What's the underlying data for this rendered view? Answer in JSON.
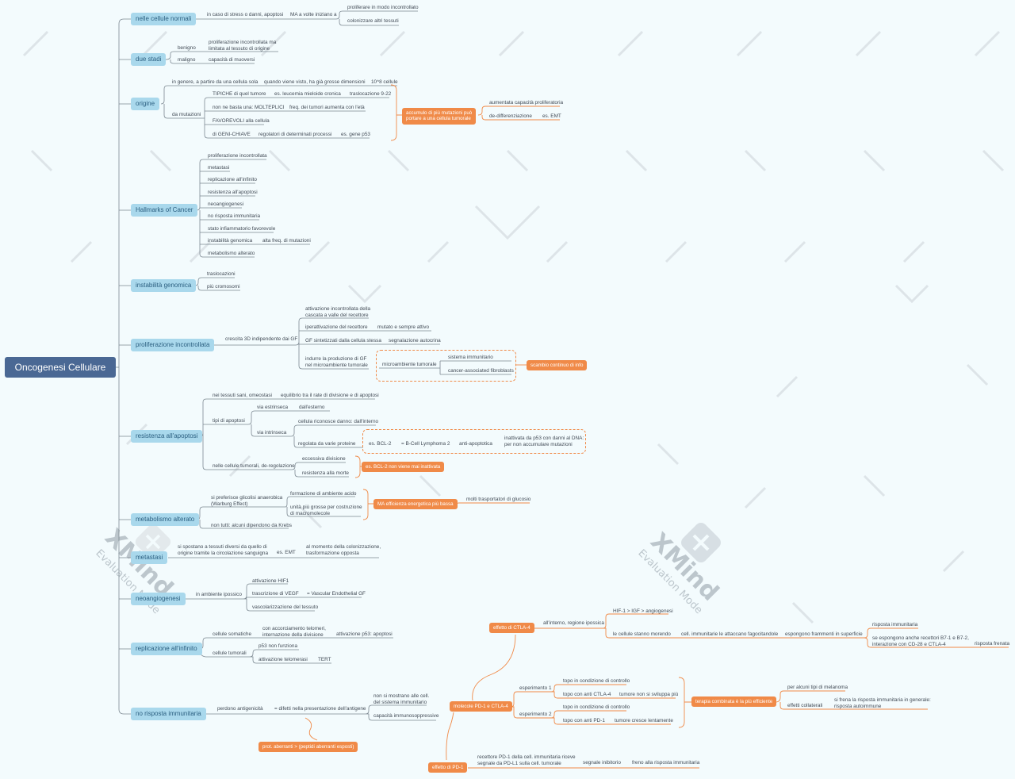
{
  "colors": {
    "background": "#f3fbfd",
    "root": "#4a6894",
    "topic": "#a9d8ec",
    "topic_text": "#2b5f80",
    "accent": "#f08a48",
    "line": "#7c8891"
  },
  "root": {
    "label": "Oncogenesi Cellulare"
  },
  "watermark": {
    "brand": "XMind",
    "sub": "Evaluation Mode",
    "icon": "xmind-logo-icon"
  },
  "topics": [
    {
      "id": "t1",
      "label": "nelle cellule normali"
    },
    {
      "id": "t2",
      "label": "due stadi"
    },
    {
      "id": "t3",
      "label": "origine"
    },
    {
      "id": "t4",
      "label": "Hallmarks of Cancer"
    },
    {
      "id": "t5",
      "label": "instabilità genomica"
    },
    {
      "id": "t6",
      "label": "proliferazione incontrollata"
    },
    {
      "id": "t7",
      "label": "resistenza all'apoptosi"
    },
    {
      "id": "t8",
      "label": "metabolismo alterato"
    },
    {
      "id": "t9",
      "label": "metastasi"
    },
    {
      "id": "t10",
      "label": "neoangiogenesi"
    },
    {
      "id": "t11",
      "label": "replicazione all'infinito"
    },
    {
      "id": "t12",
      "label": "no risposta immunitaria"
    }
  ],
  "callouts": [
    {
      "id": "c1",
      "label": "accumulo di più mutazioni può\nportare a una cellula tumorale"
    },
    {
      "id": "c2",
      "label": "scambio continuo di info"
    },
    {
      "id": "c3",
      "label": "es. BCL-2 non viene mai inattivata"
    },
    {
      "id": "c4",
      "label": "MA efficienza energetica più bassa"
    },
    {
      "id": "c5",
      "label": "prot. aberranti > (peptidi aberranti esposti)"
    },
    {
      "id": "c6",
      "label": "molecole PD-1 e CTLA-4"
    },
    {
      "id": "c7",
      "label": "effetto di CTLA-4"
    },
    {
      "id": "c8",
      "label": "effetto di PD-1"
    },
    {
      "id": "c9",
      "label": "terapia combinata è la più efficiente"
    }
  ],
  "nodes": [
    {
      "id": "n1",
      "label": "in caso di stress o danni, apoptosi"
    },
    {
      "id": "n2",
      "label": "MA a volte iniziano a"
    },
    {
      "id": "n3",
      "label": "proliferare in modo incontrollato"
    },
    {
      "id": "n4",
      "label": "colonizzare altri tessuti"
    },
    {
      "id": "n5",
      "label": "benigno"
    },
    {
      "id": "n6",
      "label": "proliferazione incontrollata ma\nlimitata al tessuto di origine"
    },
    {
      "id": "n7",
      "label": "maligno"
    },
    {
      "id": "n8",
      "label": "capacità di muoversi"
    },
    {
      "id": "n9",
      "label": "in genere, a partire da una cellula sola"
    },
    {
      "id": "n10",
      "label": "quando viene visto, ha già grosse dimensioni"
    },
    {
      "id": "n11",
      "label": "10^8 cellule"
    },
    {
      "id": "n12",
      "label": "da mutazioni"
    },
    {
      "id": "n13",
      "label": "TIPICHE di quel tumore"
    },
    {
      "id": "n14",
      "label": "es. leucemia mieloide cronica"
    },
    {
      "id": "n15",
      "label": "traslocazione 9-22"
    },
    {
      "id": "n16",
      "label": "non ne basta una: MOLTEPLICI"
    },
    {
      "id": "n17",
      "label": "freq. dei tumori aumenta con l'età"
    },
    {
      "id": "n18",
      "label": "FAVOREVOLI alla cellula"
    },
    {
      "id": "n19",
      "label": "di GENI-CHIAVE"
    },
    {
      "id": "n20",
      "label": "regolatori di determinati processi"
    },
    {
      "id": "n21",
      "label": "es. gene p53"
    },
    {
      "id": "n22",
      "label": "aumentata capacità proliferatoria"
    },
    {
      "id": "n23",
      "label": "de-differenziazione"
    },
    {
      "id": "n24",
      "label": "es. EMT"
    },
    {
      "id": "n25",
      "label": "proliferazione incontrollata"
    },
    {
      "id": "n26",
      "label": "metastasi"
    },
    {
      "id": "n27",
      "label": "replicazione all'infinito"
    },
    {
      "id": "n28",
      "label": "resistenza all'apoptosi"
    },
    {
      "id": "n29",
      "label": "neoangiogenesi"
    },
    {
      "id": "n30",
      "label": "no risposta immunitaria"
    },
    {
      "id": "n31",
      "label": "stato infiammatorio favorevole"
    },
    {
      "id": "n32",
      "label": "instabilità genomica"
    },
    {
      "id": "n33",
      "label": "alta freq. di mutazioni"
    },
    {
      "id": "n34",
      "label": "metabolismo alterato"
    },
    {
      "id": "n35",
      "label": "traslocazioni"
    },
    {
      "id": "n36",
      "label": "più cromosomi"
    },
    {
      "id": "n37",
      "label": "crescita 3D indipendente dai GF"
    },
    {
      "id": "n38",
      "label": "attivazione incontrollata della\ncascata a valle del recettore"
    },
    {
      "id": "n39",
      "label": "iperattivazione del recettore"
    },
    {
      "id": "n40",
      "label": "mutato e sempre attivo"
    },
    {
      "id": "n41",
      "label": "GF sintetizzati dalla cellula stessa"
    },
    {
      "id": "n42",
      "label": "segnalazione autocrina"
    },
    {
      "id": "n43",
      "label": "indurre la produzione di GF\nnel microambiente tumorale"
    },
    {
      "id": "n44",
      "label": "microambiente tumorale"
    },
    {
      "id": "n45",
      "label": "sistema immunitario"
    },
    {
      "id": "n46",
      "label": "cancer-associated fibroblasts"
    },
    {
      "id": "n47",
      "label": "nei tessuti sani, omeostasi"
    },
    {
      "id": "n48",
      "label": "equilibrio tra il rate di divisione e di apoptosi"
    },
    {
      "id": "n49",
      "label": "tipi di apoptosi"
    },
    {
      "id": "n50",
      "label": "via estrinseca"
    },
    {
      "id": "n51",
      "label": "dall'esterno"
    },
    {
      "id": "n52",
      "label": "via intrinseca"
    },
    {
      "id": "n53",
      "label": "cellula riconosce danno: dall'interno"
    },
    {
      "id": "n54",
      "label": "regolata da varie proteine"
    },
    {
      "id": "n55",
      "label": "es. BCL-2"
    },
    {
      "id": "n56",
      "label": "= B-Cell Lymphoma 2"
    },
    {
      "id": "n57",
      "label": "anti-apoptotica"
    },
    {
      "id": "n58",
      "label": "inattivata da p53 con danni al DNA:\nper non accumulare mutazioni"
    },
    {
      "id": "n59",
      "label": "nelle cellule tumorali, de-regolazione"
    },
    {
      "id": "n60",
      "label": "eccessiva divisione"
    },
    {
      "id": "n61",
      "label": "resistenza alla morte"
    },
    {
      "id": "n62",
      "label": "si preferisce glicolisi anaerobica\n(Warburg Effect)"
    },
    {
      "id": "n63",
      "label": "formazione di ambiente acido"
    },
    {
      "id": "n64",
      "label": "unità più grosse per costruzione\ndi macromolecole"
    },
    {
      "id": "n65",
      "label": "molti trasportatori di glucosio"
    },
    {
      "id": "n66",
      "label": "non tutti: alcuni dipendono da Krebs"
    },
    {
      "id": "n67",
      "label": "si spostano a tessuti diversi da quello di\norigine tramite la circolazione sanguigna"
    },
    {
      "id": "n68",
      "label": "es. EMT"
    },
    {
      "id": "n69",
      "label": "al momento della colonizzazione,\ntrasformazione opposta"
    },
    {
      "id": "n70",
      "label": "in ambiente ipossico"
    },
    {
      "id": "n71",
      "label": "attivazione HIF1"
    },
    {
      "id": "n72",
      "label": "trascrizione di VEGF"
    },
    {
      "id": "n73",
      "label": "= Vascular Endothelial GF"
    },
    {
      "id": "n74",
      "label": "vascolarizzazione del tessuto"
    },
    {
      "id": "n75",
      "label": "cellule somatiche"
    },
    {
      "id": "n76",
      "label": "con accorciamento telomeri,\ninternazione della divisione"
    },
    {
      "id": "n77",
      "label": "attivazione p53: apoptosi"
    },
    {
      "id": "n78",
      "label": "cellule tumorali"
    },
    {
      "id": "n79",
      "label": "p53 non funziona"
    },
    {
      "id": "n80",
      "label": "attivazione telomerasi"
    },
    {
      "id": "n81",
      "label": "TERT"
    },
    {
      "id": "n82",
      "label": "perdono antigenicità"
    },
    {
      "id": "n83",
      "label": "= difetti nella presentazione dell'antigene"
    },
    {
      "id": "n84",
      "label": "non si mostrano alle cell.\ndel sistema immunitario"
    },
    {
      "id": "n85",
      "label": "capacità immunosoppressive"
    },
    {
      "id": "n86",
      "label": "all'interno, regione ipossica"
    },
    {
      "id": "n87",
      "label": "HIF-1 > IGF > angiogenesi"
    },
    {
      "id": "n88",
      "label": "le cellule stanno morendo"
    },
    {
      "id": "n89",
      "label": "cell. immunitarie le attaccano fagocitandole"
    },
    {
      "id": "n90",
      "label": "espongono frammenti in superficie"
    },
    {
      "id": "n91",
      "label": "risposta immunitaria"
    },
    {
      "id": "n92",
      "label": "se espongono anche recettori B7-1 e B7-2,\ninterazione con CD-28 e CTLA-4"
    },
    {
      "id": "n93",
      "label": "risposta frenata"
    },
    {
      "id": "n94",
      "label": "esperimento 1"
    },
    {
      "id": "n95",
      "label": "topo in condizione di controllo"
    },
    {
      "id": "n96",
      "label": "topo con anti CTLA-4"
    },
    {
      "id": "n97",
      "label": "tumore non si sviluppa più"
    },
    {
      "id": "n98",
      "label": "esperimento 2"
    },
    {
      "id": "n99",
      "label": "topo in condizione di controllo"
    },
    {
      "id": "n100",
      "label": "topo con anti PD-1"
    },
    {
      "id": "n101",
      "label": "tumore cresce lentamente"
    },
    {
      "id": "n102",
      "label": "per alcuni tipi di melanoma"
    },
    {
      "id": "n103",
      "label": "effetti collaterali"
    },
    {
      "id": "n104",
      "label": "si frena la risposta immunitaria in generale:\nrisposta autoimmune"
    },
    {
      "id": "n105",
      "label": "recettore PD-1 della cell. immunitaria riceve\nsegnale da PD-L1 sulla cell. tumorale"
    },
    {
      "id": "n106",
      "label": "segnale inibitorio"
    },
    {
      "id": "n107",
      "label": "freno alla risposta immunitaria"
    }
  ]
}
